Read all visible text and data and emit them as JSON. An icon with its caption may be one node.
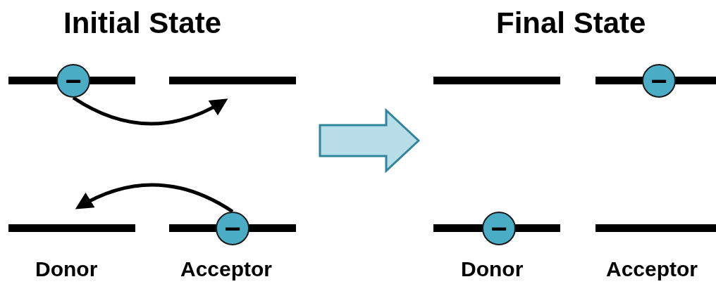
{
  "diagram": {
    "nodes": [
      {
        "text": [
          "Initial State"
        ]
      },
      {
        "text": [],
        "shape": "bar",
        "in": 0
      },
      {
        "text": [],
        "shape": "bar",
        "in": 0
      },
      {
        "text": [],
        "shape": "bar",
        "in": 0
      },
      {
        "text": [],
        "shape": "bar",
        "in": 0
      },
      {
        "text": [
          "−"
        ],
        "in": 1
      },
      {
        "text": [
          "−"
        ],
        "in": 4
      },
      {
        "text": [
          "Final State"
        ]
      },
      {
        "text": [],
        "shape": "bar",
        "in": 7
      },
      {
        "text": [],
        "shape": "bar",
        "in": 7
      },
      {
        "text": [],
        "shape": "bar",
        "in": 7
      },
      {
        "text": [],
        "shape": "bar",
        "in": 7
      },
      {
        "text": [
          "−"
        ],
        "in": 9
      },
      {
        "text": [
          "−"
        ],
        "in": 10
      }
    ],
    "edges": [
      {
        "from": 5,
        "to": 2,
        "arrow": "to"
      },
      {
        "from": 6,
        "to": 3,
        "arrow": "to"
      },
      {
        "from": 0,
        "to": 7,
        "arrow": "to",
        "style": "thick",
        "color": "#31849b"
      }
    ],
    "labels": [
      "Donor",
      "Acceptor",
      "Donor",
      "Acceptor"
    ]
  }
}
